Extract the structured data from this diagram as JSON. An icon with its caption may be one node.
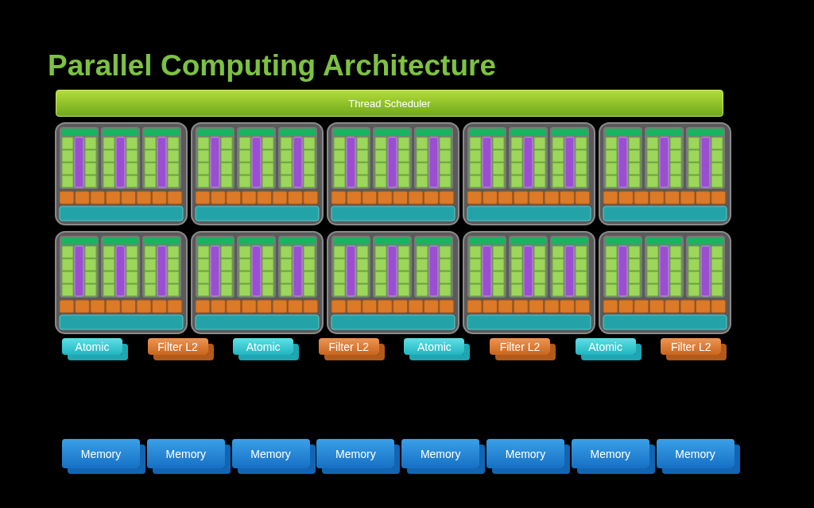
{
  "diagram": {
    "title": "Parallel Computing Architecture",
    "nodes": [
      {
        "text": [
          "Thread Scheduler"
        ]
      },
      {
        "text": [
          "Atomic"
        ]
      },
      {
        "text": [
          "Filter L2"
        ]
      },
      {
        "text": [
          "Atomic"
        ]
      },
      {
        "text": [
          "Filter L2"
        ]
      },
      {
        "text": [
          "Atomic"
        ]
      },
      {
        "text": [
          "Filter L2"
        ]
      },
      {
        "text": [
          "Atomic"
        ]
      },
      {
        "text": [
          "Filter L2"
        ]
      },
      {
        "text": [
          "Memory"
        ]
      },
      {
        "text": [
          "Memory"
        ]
      },
      {
        "text": [
          "Memory"
        ]
      },
      {
        "text": [
          "Memory"
        ]
      },
      {
        "text": [
          "Memory"
        ]
      },
      {
        "text": [
          "Memory"
        ]
      },
      {
        "text": [
          "Memory"
        ]
      },
      {
        "text": [
          "Memory"
        ]
      }
    ],
    "edges": []
  }
}
